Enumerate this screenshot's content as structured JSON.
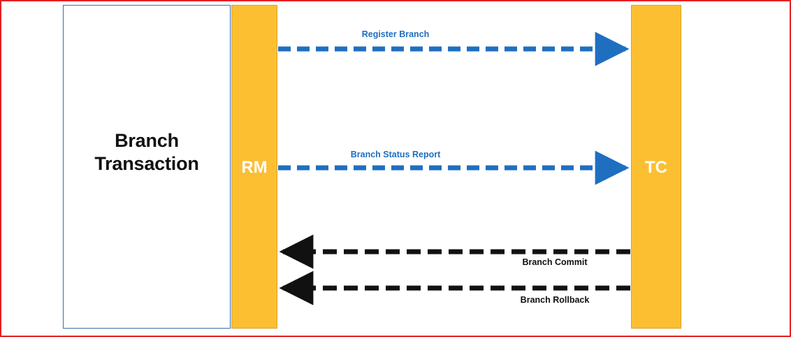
{
  "diagram": {
    "title": "Seata Branch Transaction / RM - TC interaction",
    "colors": {
      "outer_border": "#E32125",
      "actor_fill": "#FCBF32",
      "actor_border": "#D9A42A",
      "container_border": "#3A6FA8",
      "blue_flow": "#1F6FC0",
      "black_flow": "#111111",
      "actor_label": "#FFFFFF",
      "container_label": "#111111",
      "background": "#FFFFFF"
    },
    "nodes": {
      "container": {
        "label_line1": "Branch",
        "label_line2": "Transaction"
      },
      "rm": {
        "label": "RM"
      },
      "tc": {
        "label": "TC"
      }
    },
    "flows": [
      {
        "id": "register-branch",
        "label": "Register Branch",
        "from": "RM",
        "to": "TC",
        "direction": "right",
        "style": "dashed",
        "color": "#1F6FC0"
      },
      {
        "id": "branch-status-report",
        "label": "Branch Status Report",
        "from": "RM",
        "to": "TC",
        "direction": "right",
        "style": "dashed",
        "color": "#1F6FC0"
      },
      {
        "id": "branch-commit",
        "label": "Branch Commit",
        "from": "TC",
        "to": "RM",
        "direction": "left",
        "style": "dashed",
        "color": "#111111"
      },
      {
        "id": "branch-rollback",
        "label": "Branch Rollback",
        "from": "TC",
        "to": "RM",
        "direction": "left",
        "style": "dashed",
        "color": "#111111"
      }
    ]
  }
}
